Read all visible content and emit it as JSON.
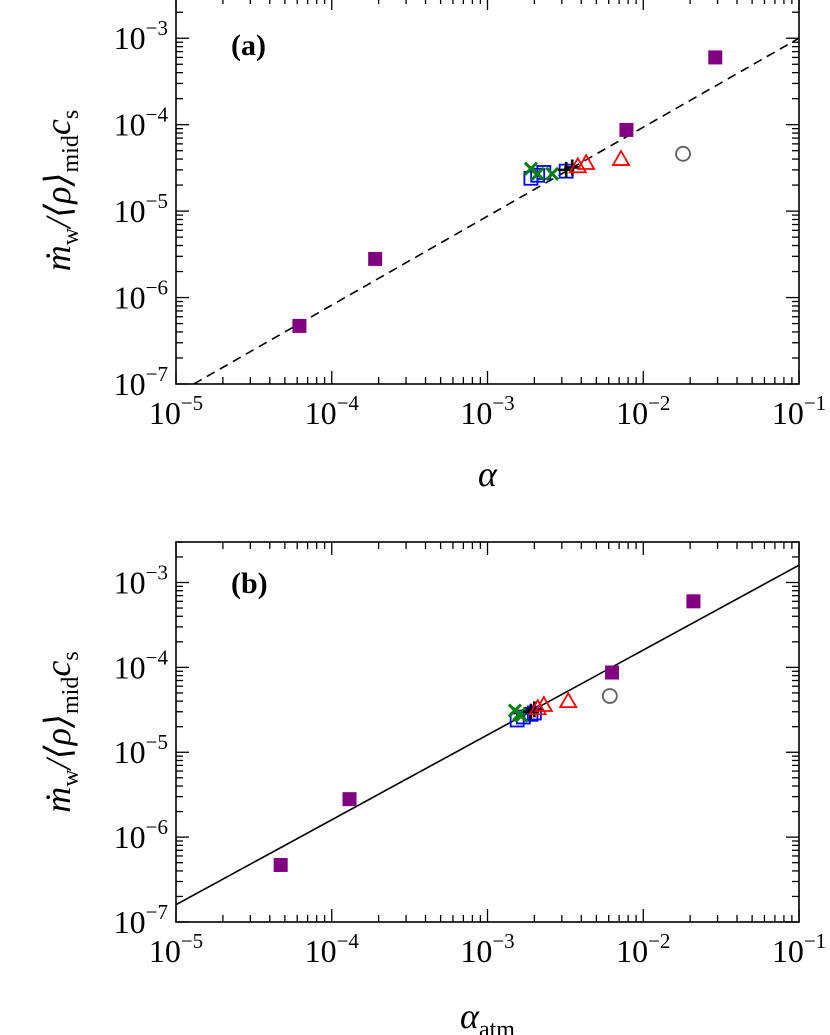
{
  "chart_data": [
    {
      "type": "scatter",
      "panel_label": "(a)",
      "xlabel": "α",
      "xlabel_sub": "",
      "ylabel": "ṁ_w/⟨ρ⟩_mid c_s",
      "xscale": "log",
      "yscale": "log",
      "xlim": [
        1e-05,
        0.1
      ],
      "ylim": [
        1e-07,
        0.003
      ],
      "x_ticks": [
        {
          "base": "10",
          "exp": "−5",
          "value": 1e-05
        },
        {
          "base": "10",
          "exp": "−4",
          "value": 0.0001
        },
        {
          "base": "10",
          "exp": "−3",
          "value": 0.001
        },
        {
          "base": "10",
          "exp": "−2",
          "value": 0.01
        },
        {
          "base": "10",
          "exp": "−1",
          "value": 0.1
        }
      ],
      "y_ticks": [
        {
          "base": "10",
          "exp": "−7",
          "value": 1e-07
        },
        {
          "base": "10",
          "exp": "−6",
          "value": 1e-06
        },
        {
          "base": "10",
          "exp": "−5",
          "value": 1e-05
        },
        {
          "base": "10",
          "exp": "−4",
          "value": 0.0001
        },
        {
          "base": "10",
          "exp": "−3",
          "value": 0.001
        }
      ],
      "fit_line": {
        "style": "dashed",
        "from": [
          1.3e-05,
          1e-07
        ],
        "to": [
          0.1,
          0.001
        ]
      },
      "series": [
        {
          "marker": "filled-square",
          "color": "#800080",
          "points": [
            [
              6.2e-05,
              4.7e-07
            ],
            [
              0.00019,
              2.8e-06
            ],
            [
              0.0078,
              8.7e-05
            ],
            [
              0.029,
              0.0006
            ]
          ]
        },
        {
          "marker": "open-square",
          "color": "#0000ff",
          "points": [
            [
              0.0019,
              2.4e-05
            ],
            [
              0.0021,
              2.6e-05
            ],
            [
              0.0023,
              2.8e-05
            ],
            [
              0.0032,
              2.9e-05
            ]
          ]
        },
        {
          "marker": "x",
          "color": "#008000",
          "points": [
            [
              0.0019,
              3.1e-05
            ],
            [
              0.0021,
              2.7e-05
            ],
            [
              0.0026,
              2.7e-05
            ]
          ]
        },
        {
          "marker": "plus",
          "color": "#000000",
          "points": [
            [
              0.0032,
              3e-05
            ],
            [
              0.0035,
              3.2e-05
            ]
          ]
        },
        {
          "marker": "open-triangle",
          "color": "#ff0000",
          "points": [
            [
              0.0038,
              3.3e-05
            ],
            [
              0.0043,
              3.6e-05
            ],
            [
              0.0072,
              4e-05
            ]
          ]
        },
        {
          "marker": "open-circle",
          "color": "#606060",
          "points": [
            [
              0.018,
              4.6e-05
            ]
          ]
        }
      ]
    },
    {
      "type": "scatter",
      "panel_label": "(b)",
      "xlabel": "α",
      "xlabel_sub": "atm",
      "ylabel": "ṁ_w/⟨ρ⟩_mid c_s",
      "xscale": "log",
      "yscale": "log",
      "xlim": [
        1e-05,
        0.1
      ],
      "ylim": [
        1e-07,
        0.003
      ],
      "x_ticks": [
        {
          "base": "10",
          "exp": "−5",
          "value": 1e-05
        },
        {
          "base": "10",
          "exp": "−4",
          "value": 0.0001
        },
        {
          "base": "10",
          "exp": "−3",
          "value": 0.001
        },
        {
          "base": "10",
          "exp": "−2",
          "value": 0.01
        },
        {
          "base": "10",
          "exp": "−1",
          "value": 0.1
        }
      ],
      "y_ticks": [
        {
          "base": "10",
          "exp": "−7",
          "value": 1e-07
        },
        {
          "base": "10",
          "exp": "−6",
          "value": 1e-06
        },
        {
          "base": "10",
          "exp": "−5",
          "value": 1e-05
        },
        {
          "base": "10",
          "exp": "−4",
          "value": 0.0001
        },
        {
          "base": "10",
          "exp": "−3",
          "value": 0.001
        }
      ],
      "fit_line": {
        "style": "solid",
        "from": [
          1e-05,
          1.6e-07
        ],
        "to": [
          0.1,
          0.0016
        ]
      },
      "series": [
        {
          "marker": "filled-square",
          "color": "#800080",
          "points": [
            [
              4.7e-05,
              4.7e-07
            ],
            [
              0.00013,
              2.8e-06
            ],
            [
              0.0063,
              8.7e-05
            ],
            [
              0.021,
              0.0006
            ]
          ]
        },
        {
          "marker": "open-square",
          "color": "#0000ff",
          "points": [
            [
              0.00155,
              2.4e-05
            ],
            [
              0.0017,
              2.6e-05
            ],
            [
              0.0019,
              2.8e-05
            ],
            [
              0.002,
              2.9e-05
            ]
          ]
        },
        {
          "marker": "x",
          "color": "#008000",
          "points": [
            [
              0.0015,
              3.1e-05
            ],
            [
              0.0016,
              2.8e-05
            ],
            [
              0.00165,
              2.7e-05
            ]
          ]
        },
        {
          "marker": "plus",
          "color": "#000000",
          "points": [
            [
              0.0019,
              3e-05
            ],
            [
              0.002,
              3.2e-05
            ]
          ]
        },
        {
          "marker": "open-triangle",
          "color": "#ff0000",
          "points": [
            [
              0.0021,
              3.3e-05
            ],
            [
              0.0023,
              3.6e-05
            ],
            [
              0.0033,
              4e-05
            ]
          ]
        },
        {
          "marker": "open-circle",
          "color": "#606060",
          "points": [
            [
              0.0061,
              4.6e-05
            ]
          ]
        }
      ]
    }
  ]
}
